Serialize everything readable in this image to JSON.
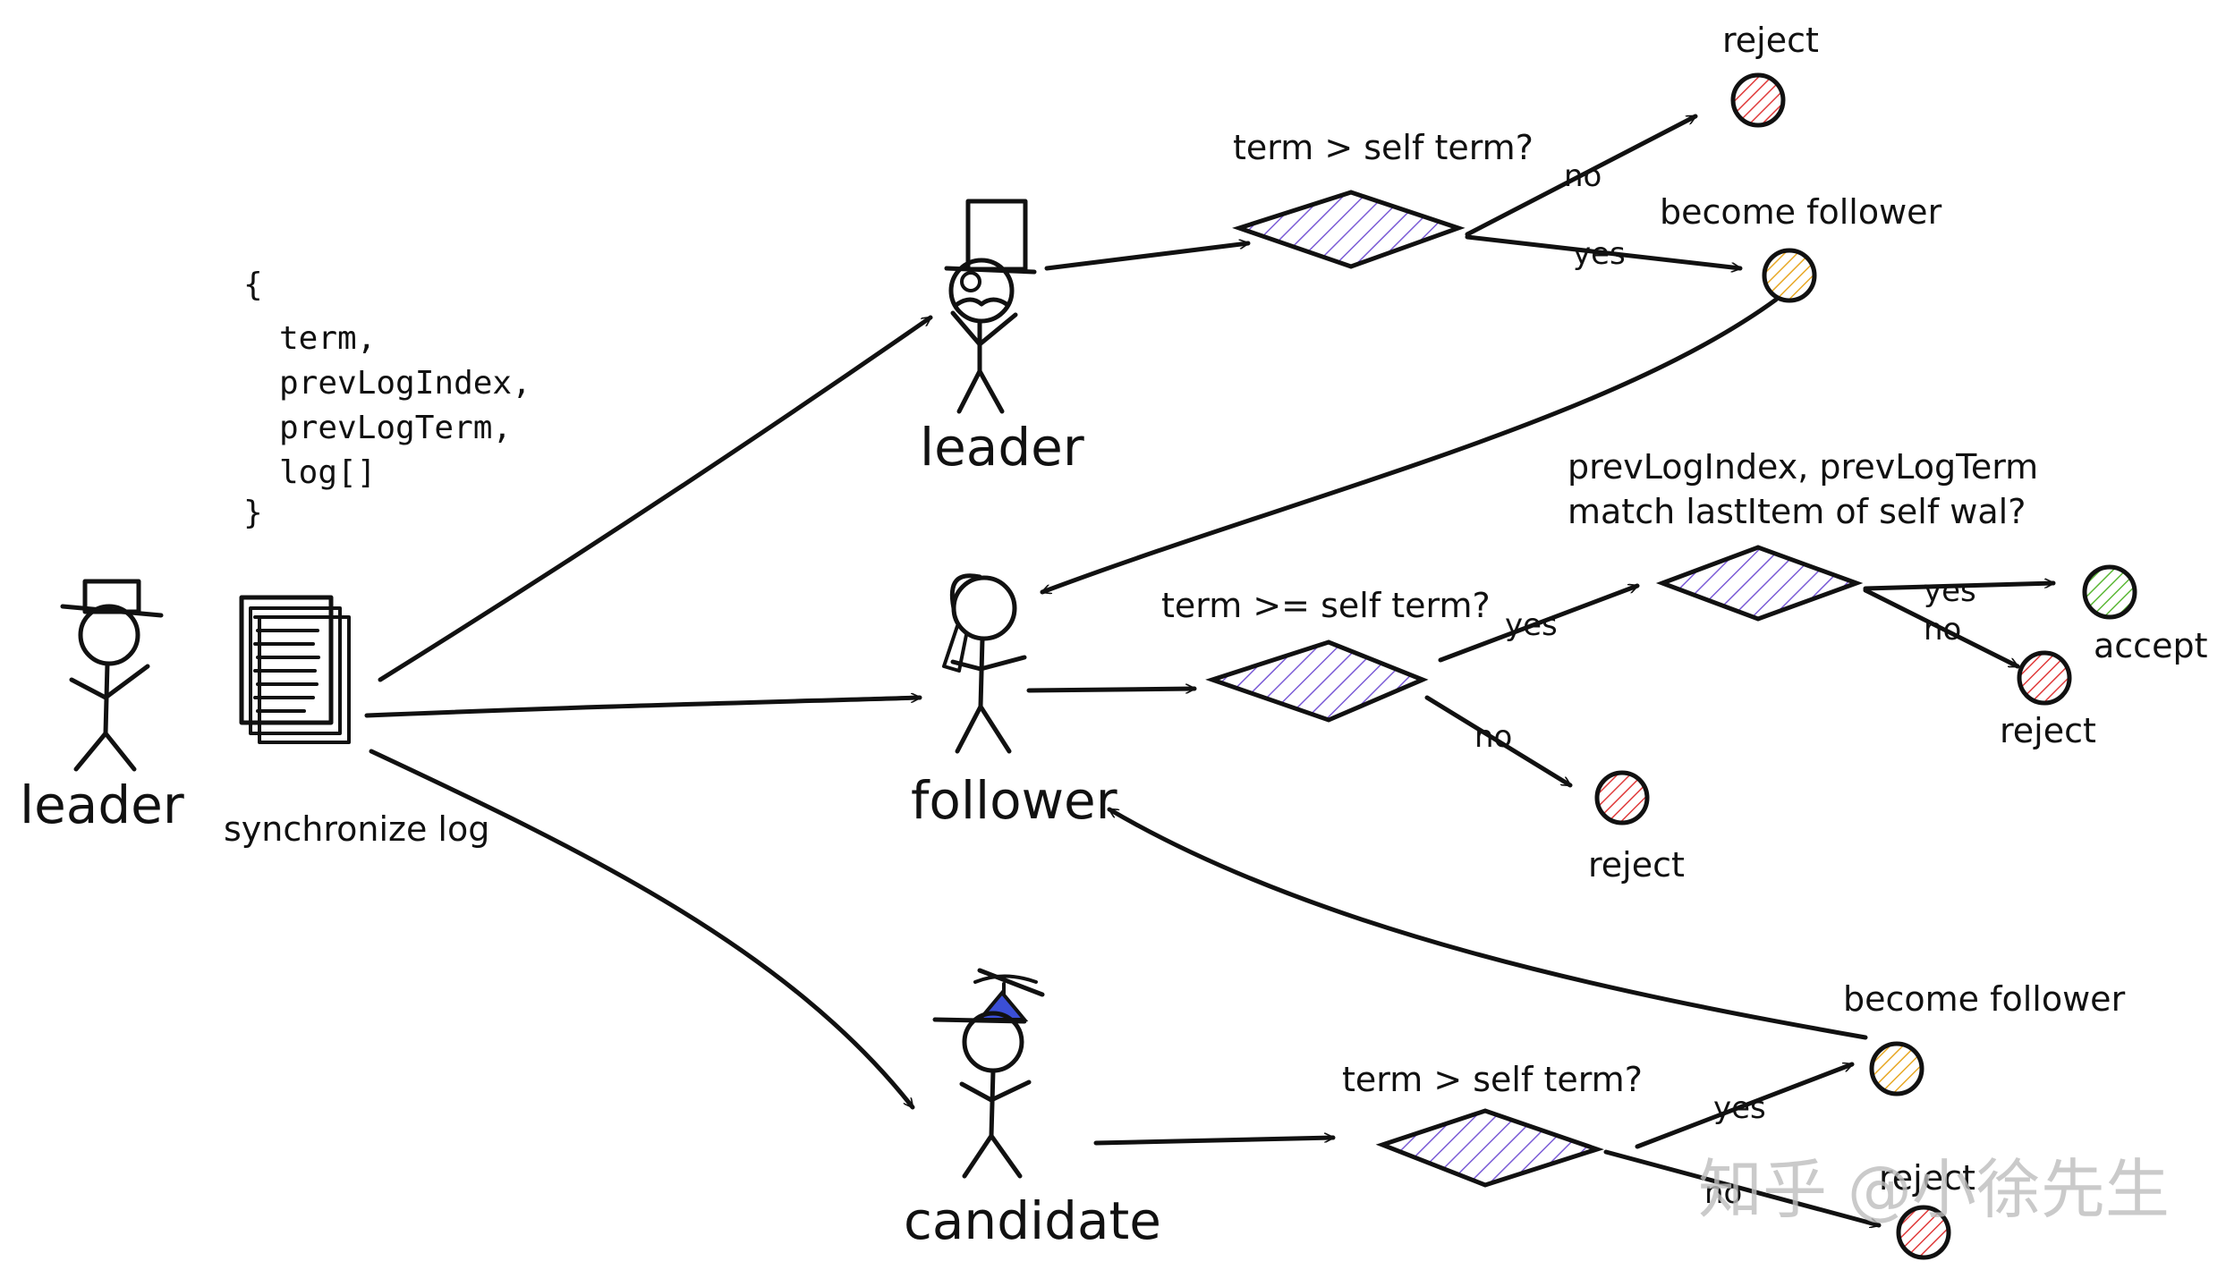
{
  "colors": {
    "diamond_fill": "#7b5cd6",
    "reject": "#e03b3b",
    "follower_circle": "#e8a825",
    "accept": "#5cb837",
    "candidate_hat": "#3b4fd6",
    "ink": "#111111"
  },
  "actors": {
    "leader_left": "leader",
    "leader_top": "leader",
    "follower": "follower",
    "candidate": "candidate"
  },
  "message": {
    "open": "{",
    "fields": [
      "term,",
      "prevLogIndex,",
      "prevLogTerm,",
      "log[]"
    ],
    "close": "}",
    "caption": "synchronize log"
  },
  "leader_branch": {
    "question": "term > self term?",
    "no_label": "no",
    "yes_label": "yes",
    "no_outcome": "reject",
    "yes_outcome": "become follower"
  },
  "follower_branch": {
    "question": "term >= self term?",
    "yes_label": "yes",
    "no_label": "no",
    "no_outcome": "reject",
    "sub_question_line1": "prevLogIndex, prevLogTerm",
    "sub_question_line2": "match lastItem of self wal?",
    "sub_yes_label": "yes",
    "sub_no_label": "no",
    "sub_yes_outcome": "accept",
    "sub_no_outcome": "reject"
  },
  "candidate_branch": {
    "question": "term > self term?",
    "yes_label": "yes",
    "no_label": "no",
    "yes_outcome": "become follower",
    "no_outcome": "reject"
  },
  "watermark": "知乎 @小徐先生"
}
